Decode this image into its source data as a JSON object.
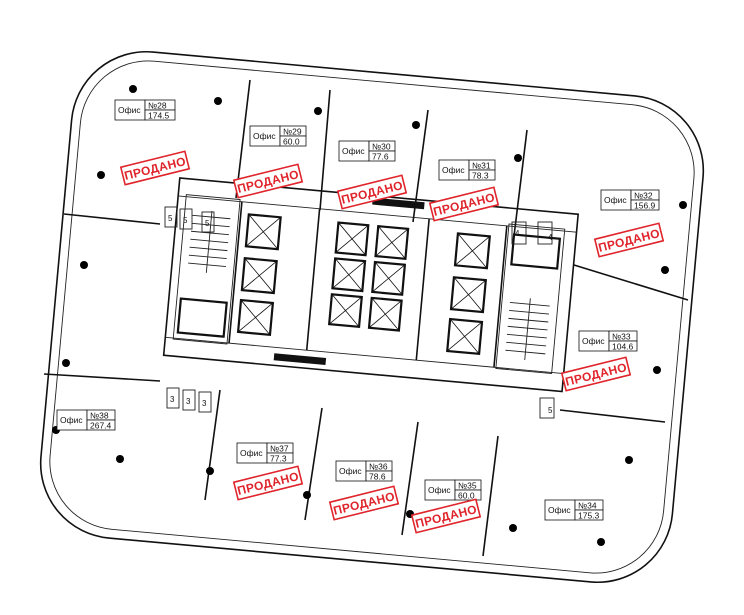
{
  "sold_label": "ПРОДАНО",
  "stamp_color": "#e0242b",
  "offices": [
    {
      "type": "Офис",
      "number": "№28",
      "area": "174.5",
      "sold": true
    },
    {
      "type": "Офис",
      "number": "№29",
      "area": "60.0",
      "sold": true
    },
    {
      "type": "Офис",
      "number": "№30",
      "area": "77.6",
      "sold": true
    },
    {
      "type": "Офис",
      "number": "№31",
      "area": "78.3",
      "sold": true
    },
    {
      "type": "Офис",
      "number": "№32",
      "area": "156.9",
      "sold": true
    },
    {
      "type": "Офис",
      "number": "№33",
      "area": "104.6",
      "sold": true
    },
    {
      "type": "Офис",
      "number": "№34",
      "area": "175.3",
      "sold": false
    },
    {
      "type": "Офис",
      "number": "№35",
      "area": "60.0",
      "sold": true
    },
    {
      "type": "Офис",
      "number": "№36",
      "area": "78.6",
      "sold": true
    },
    {
      "type": "Офис",
      "number": "№37",
      "area": "77.3",
      "sold": true
    },
    {
      "type": "Офис",
      "number": "№38",
      "area": "267.4",
      "sold": false
    }
  ],
  "wc_labels": [
    "5",
    "5",
    "5",
    "4",
    "3",
    "3",
    "3",
    "4",
    "5"
  ]
}
